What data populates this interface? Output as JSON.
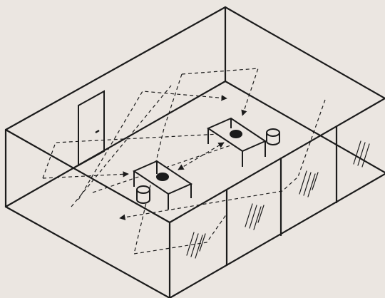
{
  "colors": {
    "background": "#ebe6e1",
    "line": "#1b1b1b"
  },
  "diagram": {
    "subject": "isometric-room-with-two-tables-and-dashed-movement-paths",
    "objects": [
      "door",
      "table",
      "table",
      "chair",
      "chair",
      "glass-partition",
      "glass-partition",
      "glass-partition"
    ],
    "paths": "dashed-arrows"
  }
}
